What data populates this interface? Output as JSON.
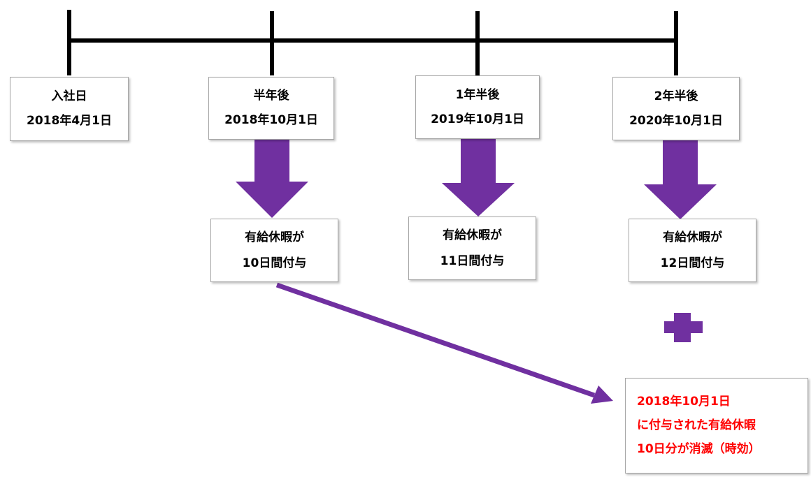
{
  "colors": {
    "timeline": "#000000",
    "arrow": "#7030a0",
    "box_border": "#a6a6a6",
    "note_text": "#ff0000"
  },
  "milestones": [
    {
      "title": "入社日",
      "date": "2018年4月1日"
    },
    {
      "title": "半年後",
      "date": "2018年10月1日"
    },
    {
      "title": "1年半後",
      "date": "2019年10月1日"
    },
    {
      "title": "2年半後",
      "date": "2020年10月1日"
    }
  ],
  "grants": [
    {
      "line1": "有給休暇が",
      "line2": "10日間付与"
    },
    {
      "line1": "有給休暇が",
      "line2": "11日間付与"
    },
    {
      "line1": "有給休暇が",
      "line2": "12日間付与"
    }
  ],
  "plus_icon": "plus-icon",
  "expiry_note": {
    "line1": "2018年10月1日",
    "line2": "に付与された有給休暇",
    "line3": "10日分が消滅（時効）"
  }
}
